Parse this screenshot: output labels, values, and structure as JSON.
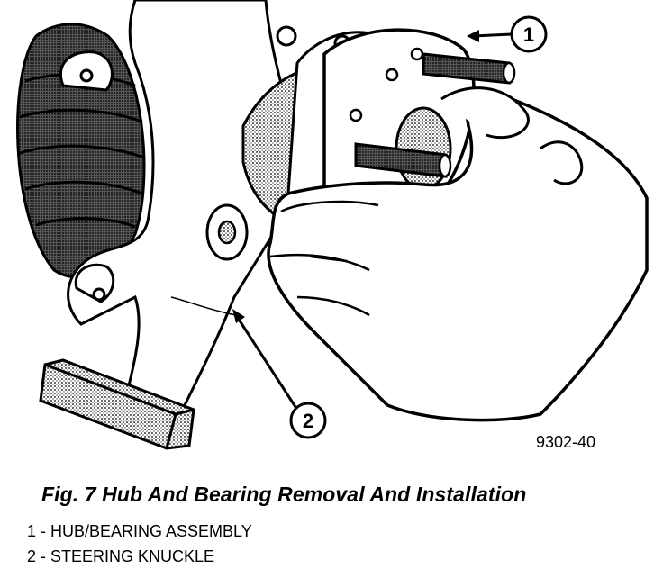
{
  "figure": {
    "code": "9302-40",
    "caption": "Fig. 7 Hub And Bearing Removal And Installation"
  },
  "callouts": [
    {
      "number": "1",
      "label": "1 - HUB/BEARING ASSEMBLY"
    },
    {
      "number": "2",
      "label": "2 - STEERING KNUCKLE"
    }
  ]
}
